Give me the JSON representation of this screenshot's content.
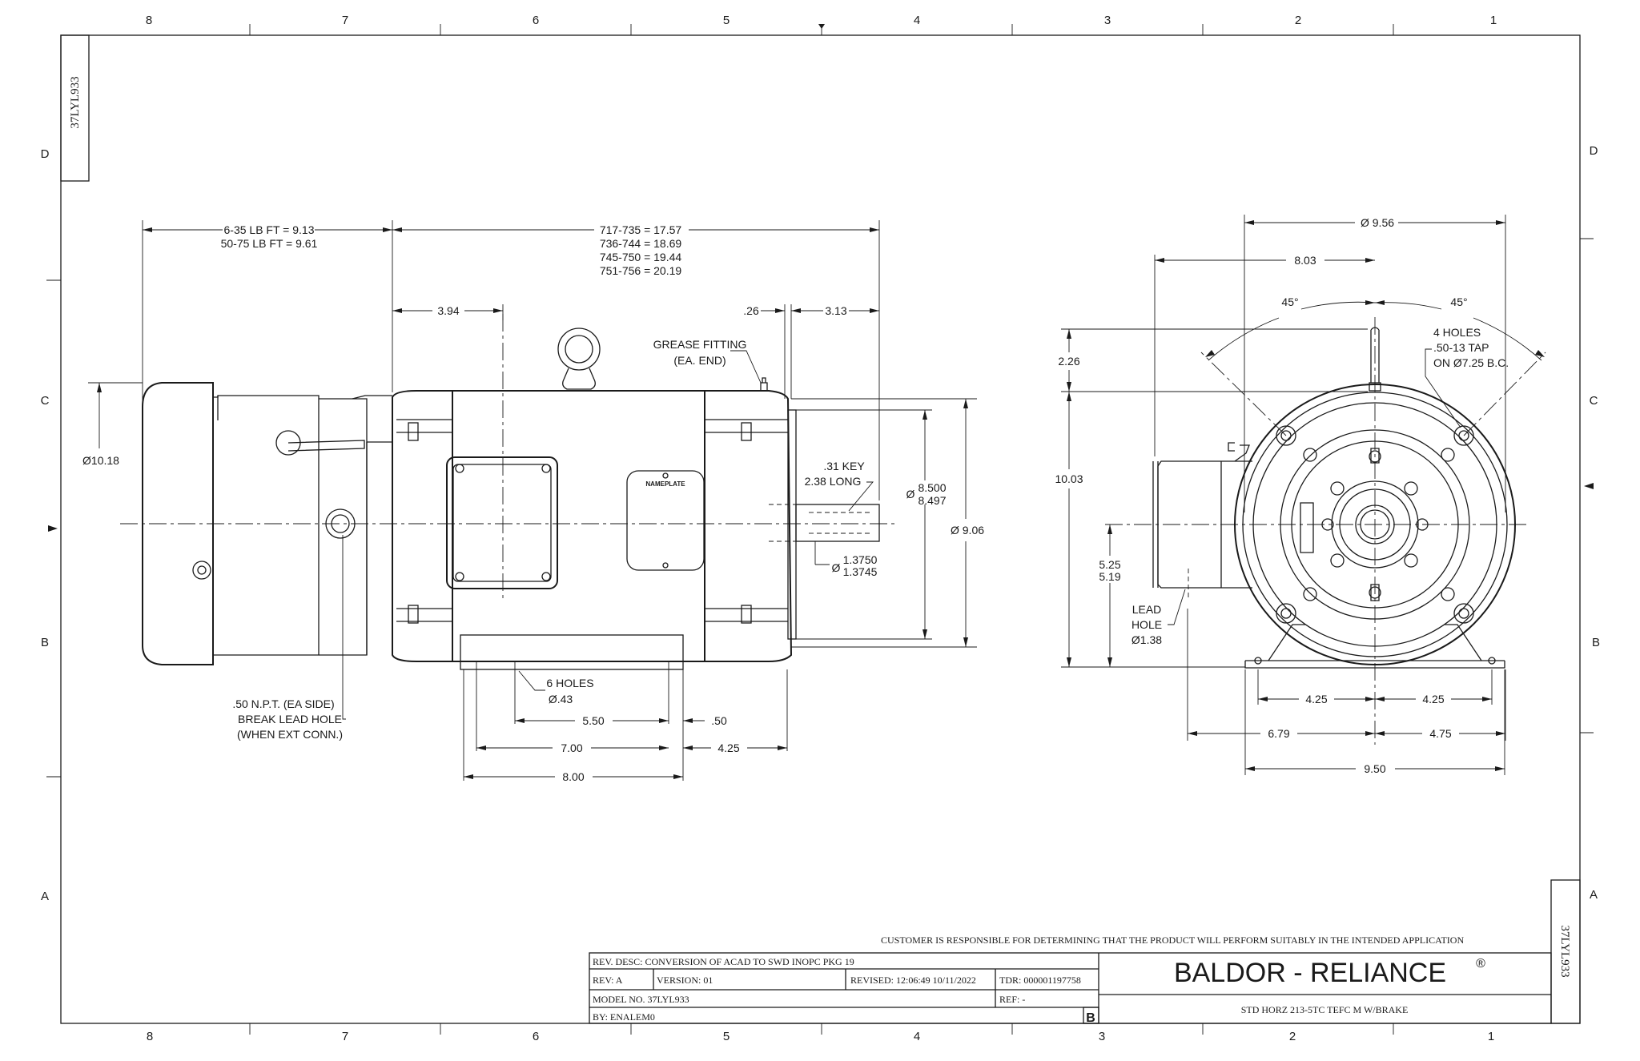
{
  "drawing": {
    "id_stamp": "37LYL933",
    "zones": {
      "columns": [
        "8",
        "7",
        "6",
        "5",
        "4",
        "3",
        "2",
        "1"
      ],
      "rows": [
        "D",
        "C",
        "B",
        "A"
      ]
    },
    "side_view": {
      "dim_brake_length_1": "6-35 LB FT = 9.13",
      "dim_brake_length_2": "50-75 LB FT = 9.61",
      "dim_frame_1": "717-735 = 17.57",
      "dim_frame_2": "736-744 = 18.69",
      "dim_frame_3": "745-750 = 19.44",
      "dim_frame_4": "751-756 = 20.19",
      "dim_394": "3.94",
      "dim_026": ".26",
      "dim_313": "3.13",
      "grease_1": "GREASE FITTING",
      "grease_2": "(EA. END)",
      "key_1": ".31 KEY",
      "key_2": "2.38 LONG",
      "pilot_1": "8.500",
      "pilot_2": "8.497",
      "pilot_sym": "Ø",
      "dim_906": "Ø 9.06",
      "shaft_1": "1.3750",
      "shaft_2": "1.3745",
      "shaft_sym": "Ø",
      "dim_1018": "Ø10.18",
      "nameplate": "NAMEPLATE",
      "holes_1": "6 HOLES",
      "holes_2": "Ø.43",
      "dim_550": "5.50",
      "dim_050": ".50",
      "dim_700": "7.00",
      "dim_425": "4.25",
      "dim_800": "8.00",
      "npt_1": ".50 N.P.T. (EA SIDE)",
      "npt_2": "BREAK LEAD HOLE",
      "npt_3": "(WHEN EXT CONN.)"
    },
    "end_view": {
      "dim_956": "Ø 9.56",
      "dim_803": "8.03",
      "angle_1": "45°",
      "angle_2": "45°",
      "holes_1": "4 HOLES",
      "holes_2": ".50-13 TAP",
      "holes_3": "ON Ø7.25 B.C.",
      "dim_226": "2.26",
      "dim_1003": "10.03",
      "dim_525": "5.25",
      "dim_519": "5.19",
      "lead_1": "LEAD",
      "lead_2": "HOLE",
      "lead_3": "Ø1.38",
      "dim_425_l": "4.25",
      "dim_425_r": "4.25",
      "dim_679": "6.79",
      "dim_475": "4.75",
      "dim_950": "9.50"
    },
    "title_block": {
      "disclaimer": "CUSTOMER IS RESPONSIBLE FOR DETERMINING THAT THE PRODUCT WILL PERFORM SUITABLY IN THE INTENDED APPLICATION",
      "rev_desc": "REV. DESC: CONVERSION OF ACAD TO SWD INOPC PKG 19",
      "rev": "REV:  A",
      "version": "VERSION:  01",
      "revised": "REVISED:  12:06:49 10/11/2022",
      "tdr": "TDR: 000001197758",
      "model_no": "MODEL NO.  37LYL933",
      "ref": "REF:  -",
      "by": "BY: ENALEM0",
      "size": "B",
      "company": "BALDOR - RELIANCE",
      "registered": "®",
      "description": "STD HORZ 213-5TC TEFC M W/BRAKE"
    }
  }
}
